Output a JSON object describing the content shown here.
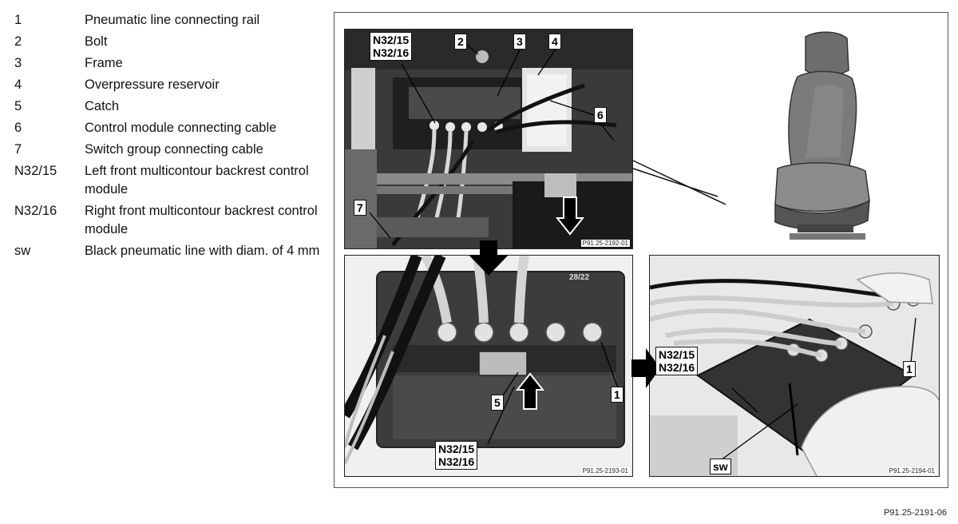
{
  "legend": [
    {
      "key": "1",
      "text": "Pneumatic line connecting rail"
    },
    {
      "key": "2",
      "text": "Bolt"
    },
    {
      "key": "3",
      "text": "Frame"
    },
    {
      "key": "4",
      "text": "Overpressure reservoir"
    },
    {
      "key": "5",
      "text": "Catch"
    },
    {
      "key": "6",
      "text": "Control module connecting cable"
    },
    {
      "key": "7",
      "text": "Switch group connecting cable"
    },
    {
      "key": "N32/15",
      "text": "Left front multicontour backrest control module"
    },
    {
      "key": "N32/16",
      "text": "Right front multicontour backrest control module"
    },
    {
      "key": "sw",
      "text": "Black pneumatic line with diam. of 4 mm"
    }
  ],
  "photos": {
    "top_left_code": "P91.25-2192-01",
    "bottom_left_code": "P91.25-2193-01",
    "bottom_right_code": "P91.25-2194-01"
  },
  "callouts": {
    "n3215": "N32/15",
    "n3216": "N32/16",
    "c1": "1",
    "c2": "2",
    "c3": "3",
    "c4": "4",
    "c5": "5",
    "c6": "6",
    "c7": "7",
    "sw": "sw",
    "module_marking": "28/22"
  },
  "figure_code": "P91.25-2191-06"
}
